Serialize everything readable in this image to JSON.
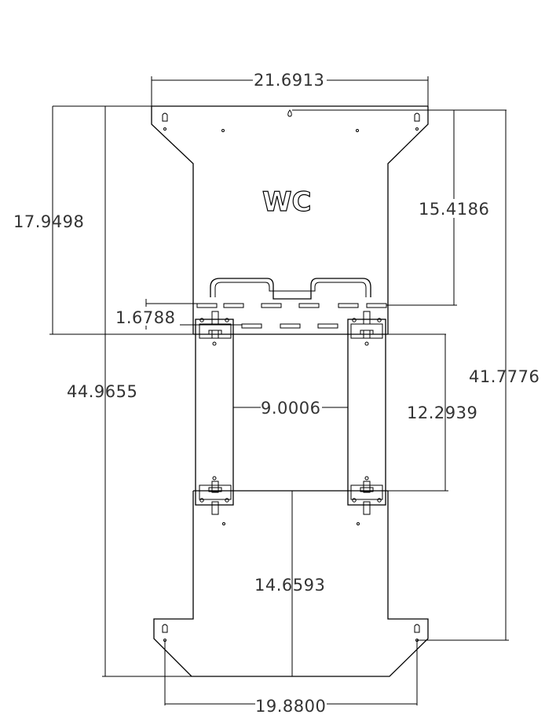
{
  "drawing": {
    "logo": "WC",
    "dimensions": {
      "top_width": "21.6913",
      "bottom_hole_span": "19.8800",
      "left_upper_height": "17.9498",
      "right_upper_height": "15.4186",
      "slot_offset": "1.6788",
      "overall_height": "44.9655",
      "right_overall_height": "41.7776",
      "rail_spacing": "9.0006",
      "rail_length": "12.2939",
      "lower_height": "14.6593"
    }
  }
}
